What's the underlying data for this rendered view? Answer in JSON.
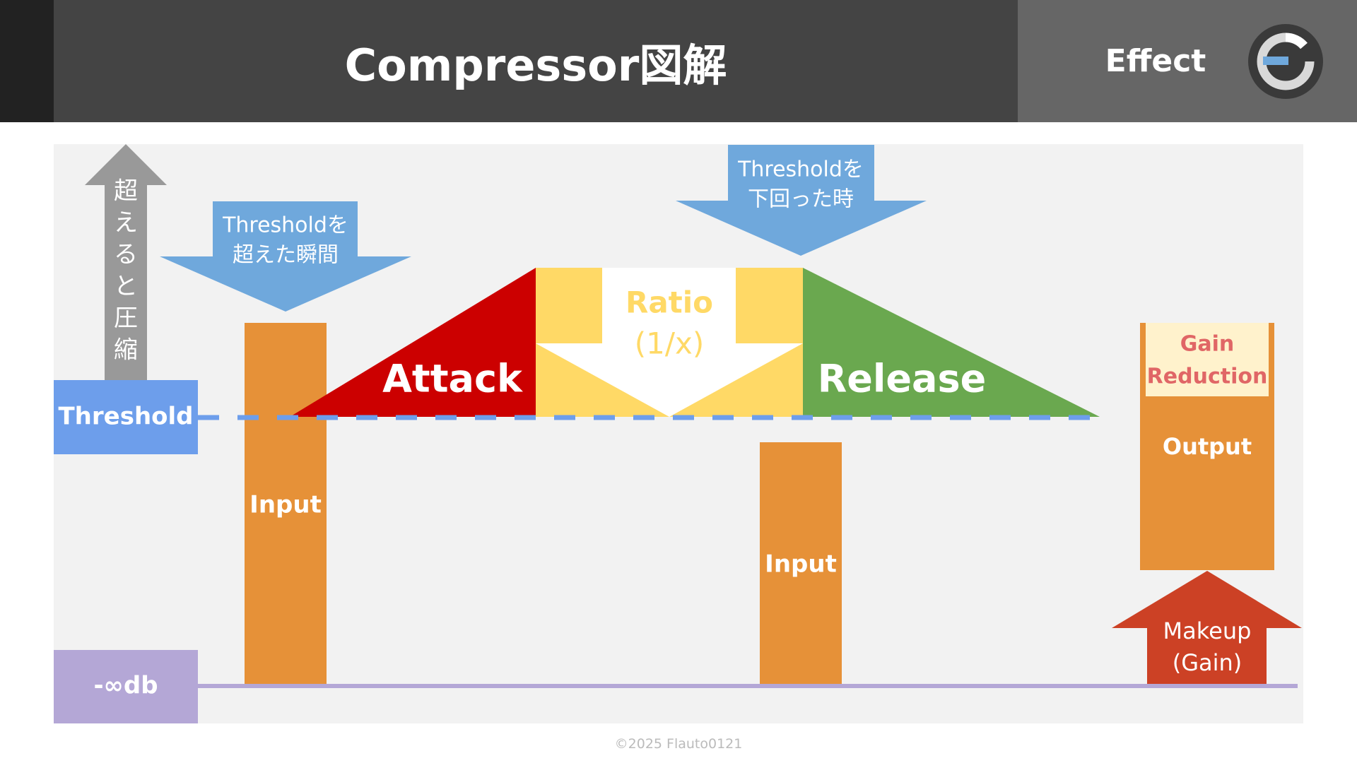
{
  "header": {
    "title": "Compressor図解",
    "category": "Effect",
    "logo_icon": "knob-logo-icon"
  },
  "diagram": {
    "threshold_label": "Threshold",
    "neg_inf_label": "-∞db",
    "exceed_arrow_text": [
      "超",
      "え",
      "る",
      "と",
      "圧",
      "縮"
    ],
    "arrow_above_line1": "Thresholdを",
    "arrow_above_line2": "超えた瞬間",
    "arrow_below_line1": "Thresholdを",
    "arrow_below_line2": "下回った時",
    "attack_label": "Attack",
    "release_label": "Release",
    "ratio_line1": "Ratio",
    "ratio_line2": "(1/x)",
    "input_label_1": "Input",
    "input_label_2": "Input",
    "gain_reduction_line1": "Gain",
    "gain_reduction_line2": "Reduction",
    "output_label": "Output",
    "makeup_line1": "Makeup",
    "makeup_line2": "(Gain)"
  },
  "colors": {
    "panel_bg": "#f2f2f2",
    "threshold": "#6d9eeb",
    "neg_inf": "#b4a7d6",
    "input_bar": "#e69138",
    "attack": "#cc0000",
    "release": "#6aa84f",
    "ratio": "#ffd966",
    "gain_reduction_text": "#e06666",
    "gain_reduction_bg": "#fff2cc",
    "makeup": "#cc4125",
    "info_arrow": "#6fa8dc",
    "exceed_arrow": "#999999"
  },
  "footer": {
    "copyright": "©2025 Flauto0121"
  }
}
